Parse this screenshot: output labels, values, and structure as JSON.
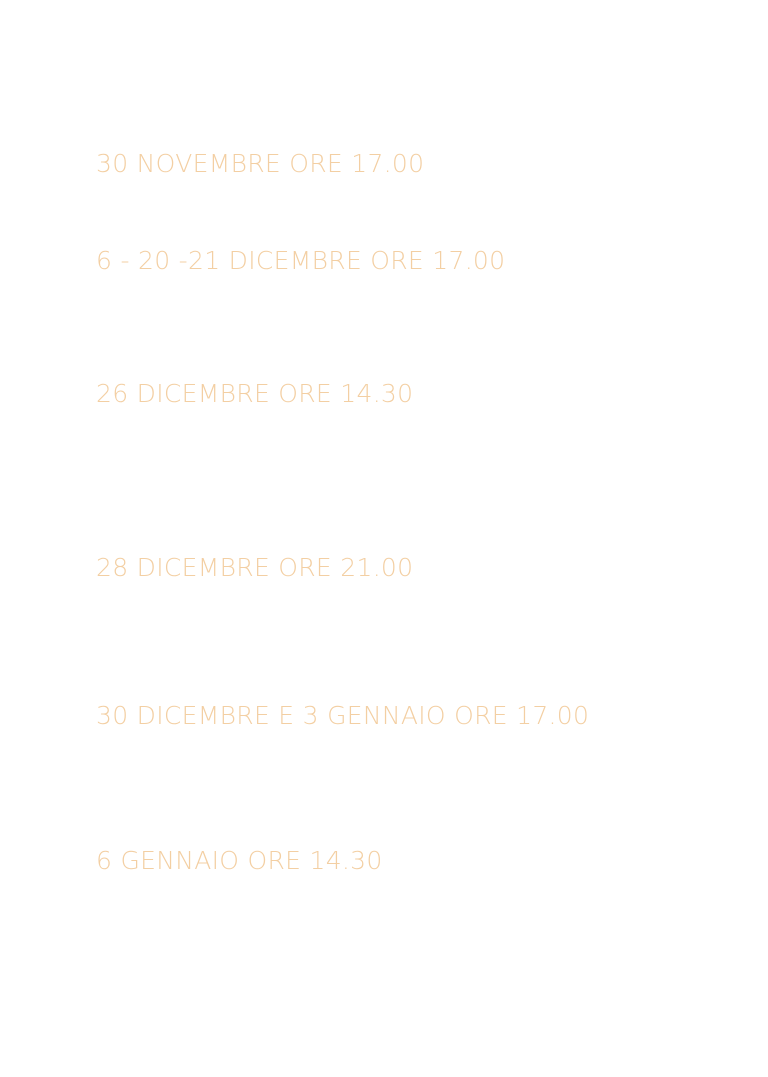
{
  "accent_color": "#f3cfa3",
  "events": [
    {
      "date": "30 NOVEMBRE ORE 17.00"
    },
    {
      "date": "6 - 20 -21 DICEMBRE ORE 17.00"
    },
    {
      "date": "26 DICEMBRE ORE 14.30"
    },
    {
      "date": "28 DICEMBRE ORE 21.00"
    },
    {
      "date": "30 DICEMBRE E 3 GENNAIO ORE 17.00"
    },
    {
      "date": "6 GENNAIO ORE 14.30"
    }
  ]
}
